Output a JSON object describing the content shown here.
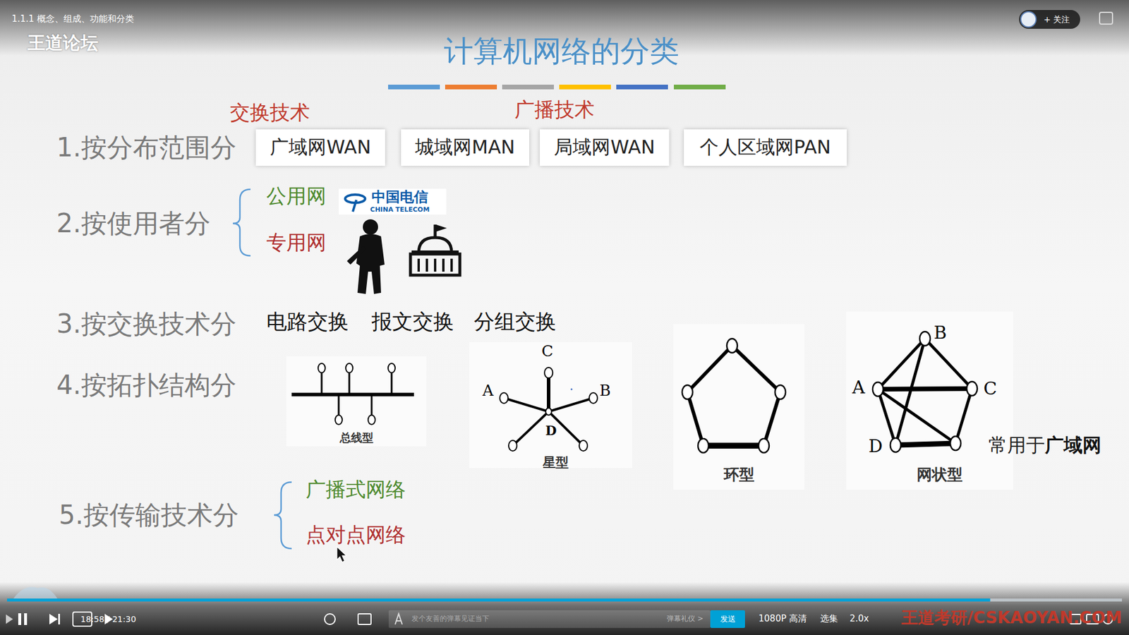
{
  "diagram": {
    "title": "计算机网络的分类",
    "nodes": [
      {
        "text": [
          "广域网WAN"
        ]
      },
      {
        "text": [
          "城域网MAN"
        ]
      },
      {
        "text": [
          "局域网WAN"
        ]
      },
      {
        "text": [
          "个人区域网PAN"
        ]
      },
      {
        "text": [
          "发送"
        ]
      }
    ],
    "labels": [
      "1.1.1 概念、组成、功能和分类",
      "王道论坛",
      "+ 关注",
      "交换技术",
      "广播技术",
      "1.按分布范围分",
      "2.按使用者分",
      "公用网",
      "中国电信",
      "CHINA TELECOM",
      "专用网",
      "3.按交换技术分",
      "电路交换",
      "报文交换",
      "分组交换",
      "4.按拓扑结构分",
      "总线型",
      "C",
      "A",
      "B",
      "D",
      "星型",
      "环型",
      "B",
      "A",
      "C",
      "D",
      "网状型",
      "常用于",
      "广域网",
      "5.按传输技术分",
      "广播式网络",
      "点对点网络",
      "18:58 / 21:30",
      "发个友善的弹幕见证当下",
      "弹幕礼仪 >",
      "1080P 高清",
      "选集",
      "2.0x",
      "王道考研/CSKAOYAN.COM"
    ]
  }
}
